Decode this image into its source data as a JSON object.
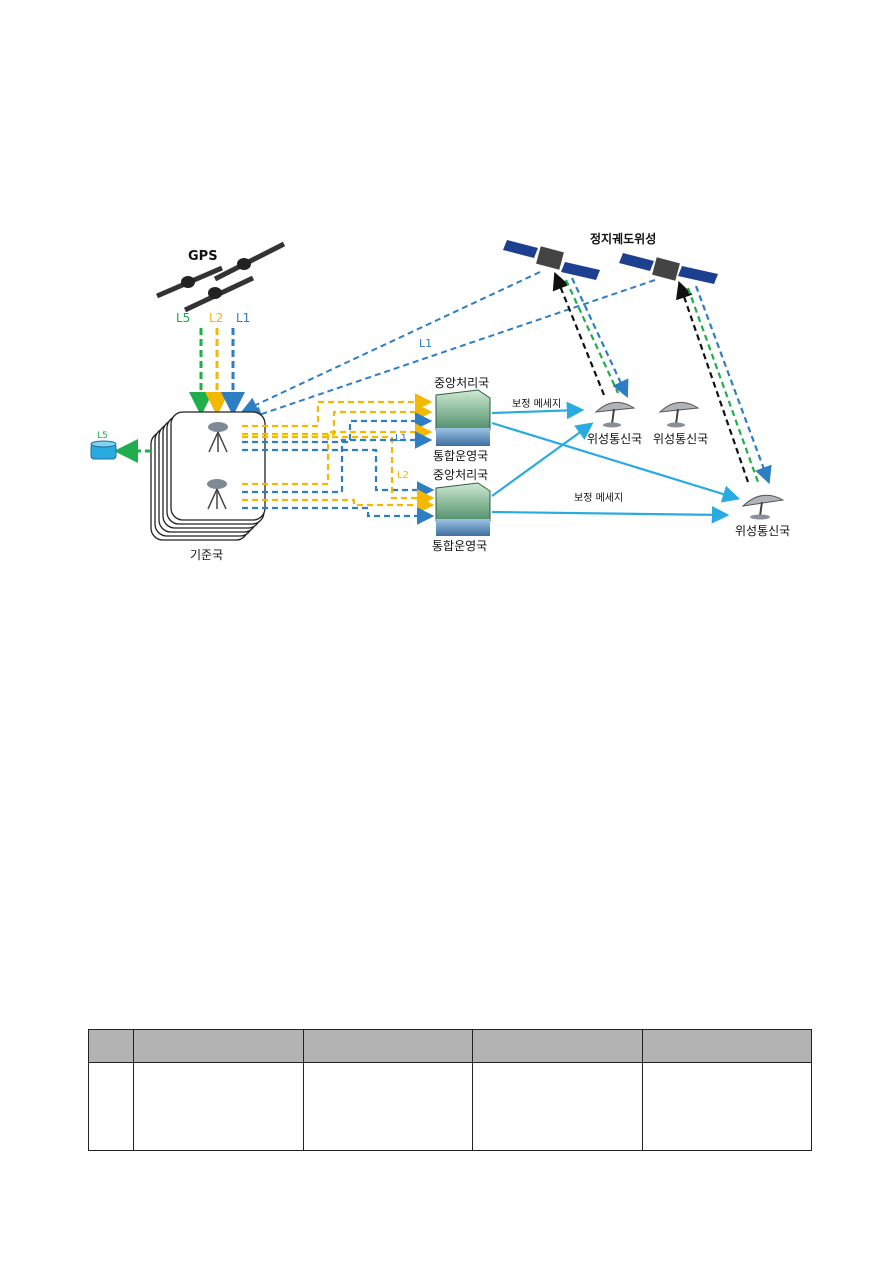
{
  "diagram": {
    "gps_label": "GPS",
    "geo_satellite_label": "정지궤도위성",
    "band_l5": "L5",
    "band_l2": "L2",
    "band_l1": "L1",
    "reference_station_label": "기준국",
    "central_processing_label": "중앙처리국",
    "operation_center_label_1": "통합운영국",
    "operation_center_label_2": "통합운영국",
    "correction_message_label": "보정 메세지",
    "uplink_station_label": "위성통신국",
    "colors": {
      "l5": "#1fae4b",
      "l2": "#f5b800",
      "l1": "#2e7ec4",
      "correction": "#29abe2",
      "uplink": "#111111"
    }
  },
  "table": {
    "header": [
      "",
      "",
      "",
      "",
      ""
    ],
    "rows": [
      [
        "",
        "",
        "",
        "",
        ""
      ]
    ]
  }
}
